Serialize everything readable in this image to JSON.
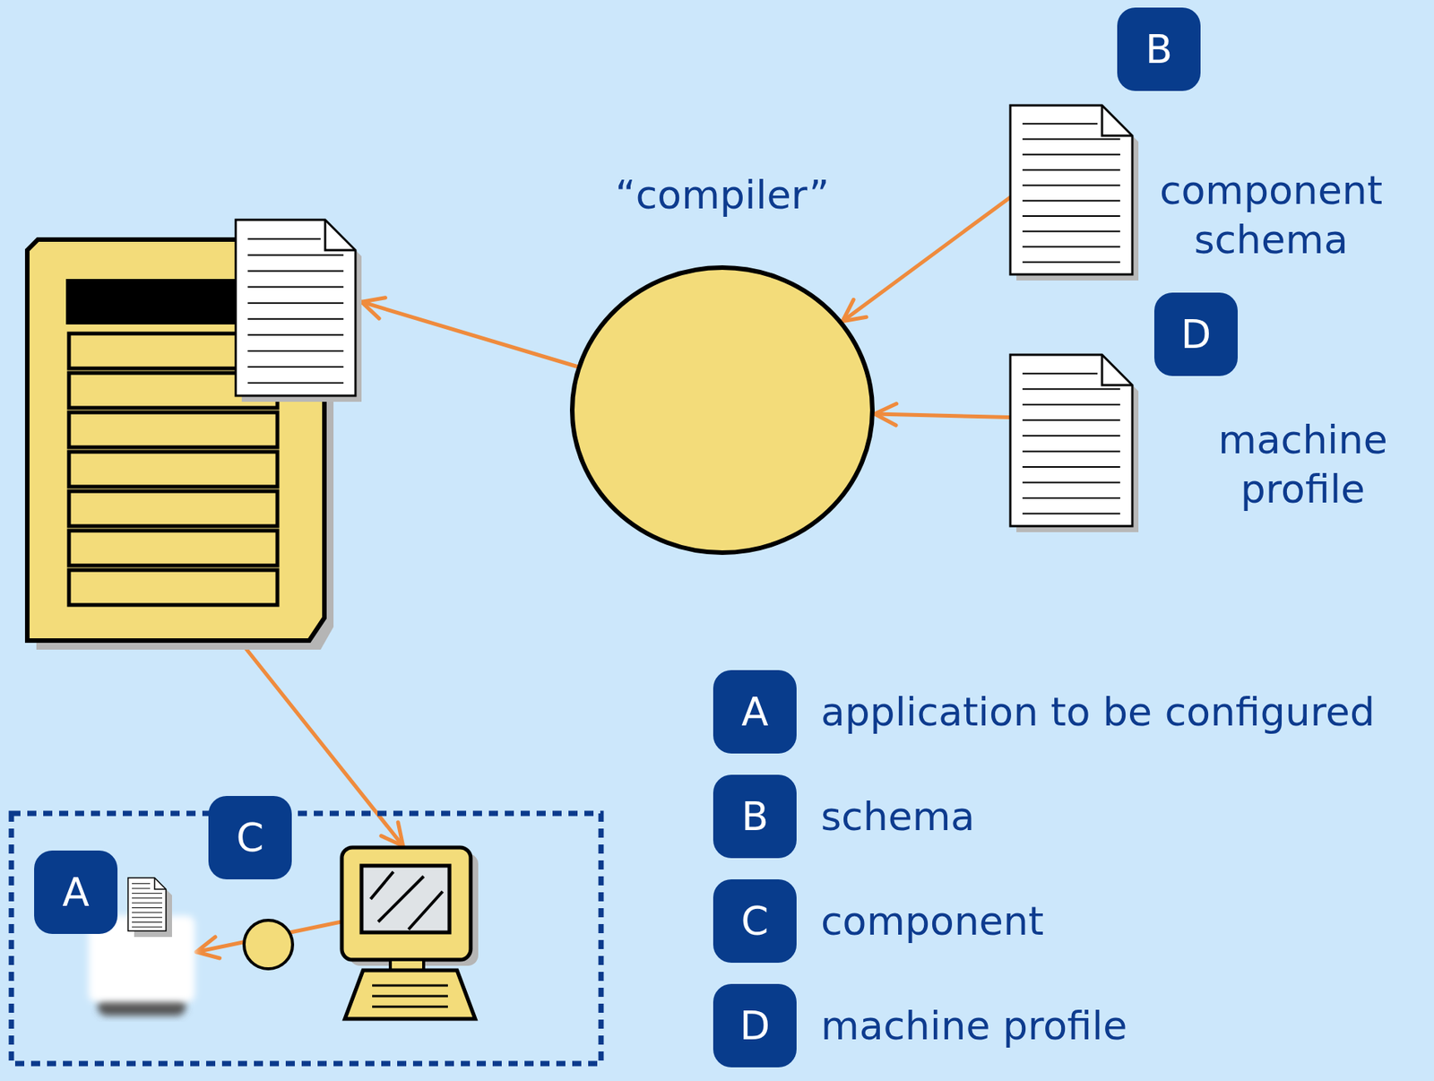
{
  "diagram": {
    "nodes": [
      {
        "text": []
      },
      {
        "text": [
          "“compiler”"
        ]
      },
      {
        "text": [
          "B",
          "component schema"
        ]
      },
      {
        "text": [
          "D",
          "machine profile"
        ]
      },
      {
        "text": [
          "C"
        ]
      },
      {
        "text": [
          "A"
        ],
        "in": 4
      },
      {
        "text": [],
        "in": 4
      }
    ],
    "edges": [
      {
        "from": 2,
        "to": 1,
        "arrow": "to"
      },
      {
        "from": 3,
        "to": 1,
        "arrow": "to"
      },
      {
        "from": 1,
        "to": 0,
        "arrow": "to"
      },
      {
        "from": 0,
        "to": 6,
        "arrow": "to"
      },
      {
        "from": 6,
        "to": 5,
        "arrow": "to"
      }
    ],
    "labels": [
      "A",
      "B",
      "C",
      "D"
    ],
    "legend": [
      {
        "text": "application to be configured"
      },
      {
        "text": "schema"
      },
      {
        "text": "component"
      },
      {
        "text": "machine profile"
      }
    ]
  }
}
